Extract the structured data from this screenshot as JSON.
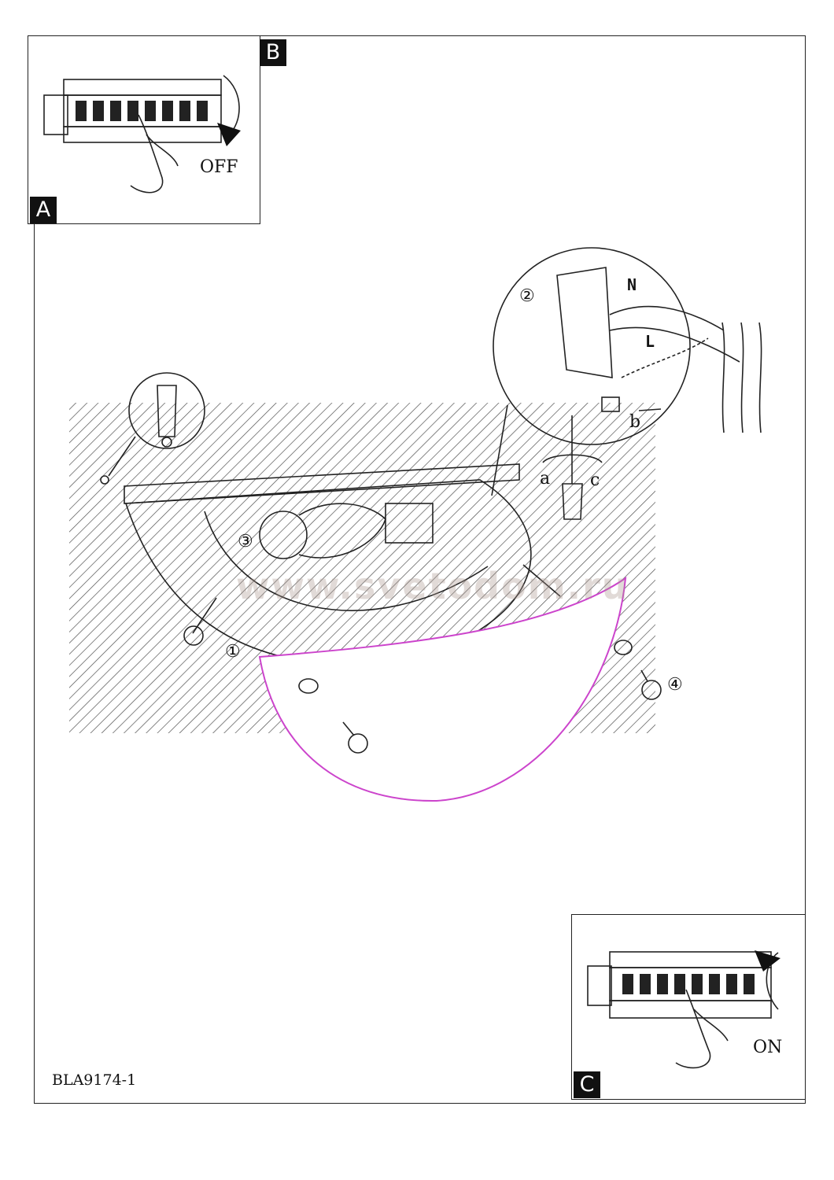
{
  "document_code": "BLA9174-1",
  "watermark": "www.svetodom.ru",
  "panels": {
    "top": {
      "tag_b": "B",
      "tag_a": "A",
      "switch_label": "OFF"
    },
    "bottom": {
      "tag_c": "C",
      "switch_label": "ON"
    }
  },
  "steps": [
    "①",
    "②",
    "③",
    "④"
  ],
  "wire_labels": {
    "neutral": "N",
    "live": "L"
  },
  "rotation_labels": {
    "a": "a",
    "b": "b",
    "c": "c"
  },
  "colors": {
    "ink": "#222222",
    "shade_accent": "#cc44cc",
    "tag_bg": "#111111"
  }
}
